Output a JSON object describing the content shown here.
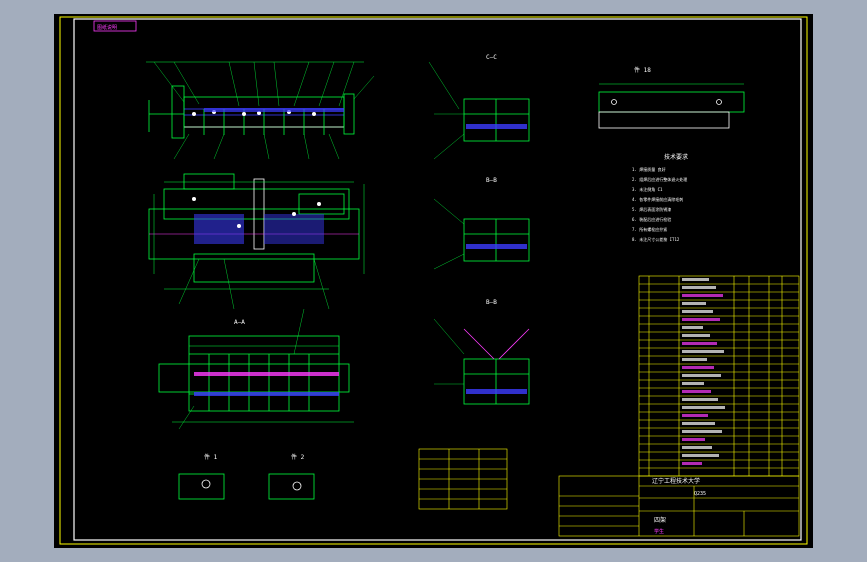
{
  "viewport": {
    "background": "#a3adbd"
  },
  "drawing": {
    "tag_label": "图纸说明",
    "view_labels": {
      "section_c": "C—C",
      "section_b": "B—B",
      "section_a": "A—A",
      "section_b2": "B—B",
      "detail_1": "件 1",
      "detail_2": "件 2",
      "part": "件 18"
    },
    "tech_req": {
      "title": "技术要求",
      "lines": [
        "1. 焊接质量 良好",
        "2. 组焊后应进行整体退火处理",
        "3. 未注倒角 C1",
        "4. 各零件焊接前应清除毛刺",
        "5. 焊后表面涂防锈漆",
        "6. 装配后应进行检验",
        "7. 所有螺栓应拧紧",
        "8. 未注尺寸公差按 IT12"
      ]
    },
    "title_block": {
      "school": "辽宁工程技术大学",
      "drawing_name": "四架",
      "student": "学生",
      "material": "Q235"
    },
    "colors": {
      "green": "#00ff3c",
      "magenta": "#ff3cff",
      "blue": "#3c3cff",
      "yellow": "#ffff00",
      "white": "#ffffff",
      "red": "#ff3c3c"
    }
  }
}
